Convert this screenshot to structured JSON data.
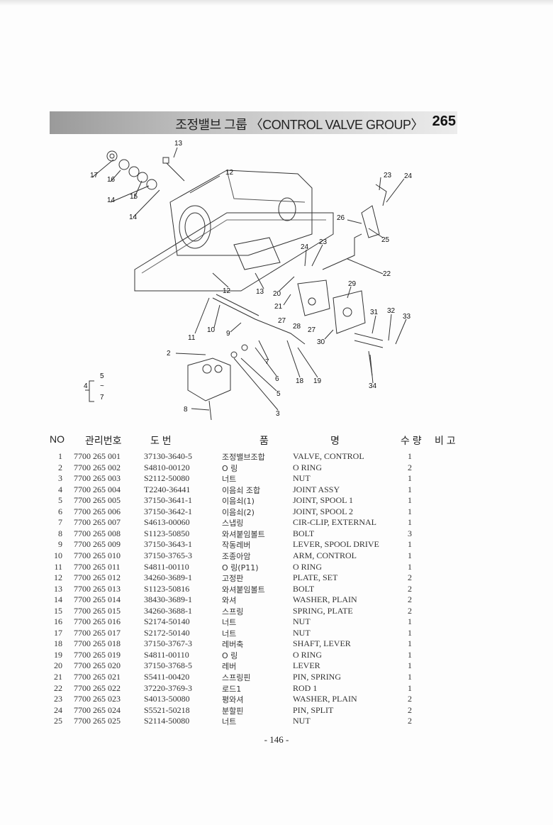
{
  "header": {
    "title": "조정밸브 그룹 〈CONTROL VALVE GROUP〉",
    "group_code": "265"
  },
  "diagram": {
    "callouts": [
      "13",
      "12",
      "17",
      "16",
      "15",
      "14",
      "14",
      "23",
      "24",
      "26",
      "25",
      "24",
      "23",
      "22",
      "12",
      "13",
      "20",
      "29",
      "21",
      "31",
      "32",
      "33",
      "27",
      "28",
      "27",
      "10",
      "11",
      "9",
      "30",
      "2",
      "7",
      "6",
      "18",
      "19",
      "34",
      "5",
      "3",
      "8",
      "4",
      "5",
      "~",
      "7"
    ]
  },
  "table": {
    "headers": {
      "no": "NO",
      "mgmt": "관리번호",
      "dwg": "도  번",
      "name_kr": "품",
      "name_en": "명",
      "qty": "수 량",
      "note": "비 고"
    },
    "rows": [
      {
        "no": "1",
        "mgmt": "7700 265 001",
        "dwg": "37130-3640-5",
        "kr": "조정밸브조합",
        "en": "VALVE, CONTROL",
        "qty": "1"
      },
      {
        "no": "2",
        "mgmt": "7700 265 002",
        "dwg": "S4810-00120",
        "kr": "O 링",
        "en": "O RING",
        "qty": "2"
      },
      {
        "no": "3",
        "mgmt": "7700 265 003",
        "dwg": "S2112-50080",
        "kr": "너트",
        "en": "NUT",
        "qty": "1"
      },
      {
        "no": "4",
        "mgmt": "7700 265 004",
        "dwg": "T2240-36441",
        "kr": "이음쇠 조합",
        "en": "JOINT ASSY",
        "qty": "1"
      },
      {
        "no": "5",
        "mgmt": "7700 265 005",
        "dwg": "37150-3641-1",
        "kr": "이음쇠(1)",
        "en": "JOINT, SPOOL 1",
        "qty": "1"
      },
      {
        "no": "6",
        "mgmt": "7700 265 006",
        "dwg": "37150-3642-1",
        "kr": "이음쇠(2)",
        "en": "JOINT, SPOOL 2",
        "qty": "1"
      },
      {
        "no": "7",
        "mgmt": "7700 265 007",
        "dwg": "S4613-00060",
        "kr": "스냅링",
        "en": "CIR-CLIP, EXTERNAL",
        "qty": "1"
      },
      {
        "no": "8",
        "mgmt": "7700 265 008",
        "dwg": "S1123-50850",
        "kr": "와셔붙임볼트",
        "en": "BOLT",
        "qty": "3"
      },
      {
        "no": "9",
        "mgmt": "7700 265 009",
        "dwg": "37150-3643-1",
        "kr": "작동레버",
        "en": "LEVER, SPOOL DRIVE",
        "qty": "1"
      },
      {
        "no": "10",
        "mgmt": "7700 265 010",
        "dwg": "37150-3765-3",
        "kr": "조종아암",
        "en": "ARM, CONTROL",
        "qty": "1"
      },
      {
        "no": "11",
        "mgmt": "7700 265 011",
        "dwg": "S4811-00110",
        "kr": "O 링(P11)",
        "en": "O RING",
        "qty": "1"
      },
      {
        "no": "12",
        "mgmt": "7700 265 012",
        "dwg": "34260-3689-1",
        "kr": "고정판",
        "en": "PLATE, SET",
        "qty": "2"
      },
      {
        "no": "13",
        "mgmt": "7700 265 013",
        "dwg": "S1123-50816",
        "kr": "와셔붙임볼트",
        "en": "BOLT",
        "qty": "2"
      },
      {
        "no": "14",
        "mgmt": "7700 265 014",
        "dwg": "38430-3689-1",
        "kr": "와셔",
        "en": "WASHER, PLAIN",
        "qty": "2"
      },
      {
        "no": "15",
        "mgmt": "7700 265 015",
        "dwg": "34260-3688-1",
        "kr": "스프링",
        "en": "SPRING, PLATE",
        "qty": "2"
      },
      {
        "no": "16",
        "mgmt": "7700 265 016",
        "dwg": "S2174-50140",
        "kr": "너트",
        "en": "NUT",
        "qty": "1"
      },
      {
        "no": "17",
        "mgmt": "7700 265 017",
        "dwg": "S2172-50140",
        "kr": "너트",
        "en": "NUT",
        "qty": "1"
      },
      {
        "no": "18",
        "mgmt": "7700 265 018",
        "dwg": "37150-3767-3",
        "kr": "레버축",
        "en": "SHAFT, LEVER",
        "qty": "1"
      },
      {
        "no": "19",
        "mgmt": "7700 265 019",
        "dwg": "S4811-00110",
        "kr": "O 링",
        "en": "O RING",
        "qty": "1"
      },
      {
        "no": "20",
        "mgmt": "7700 265 020",
        "dwg": "37150-3768-5",
        "kr": "레버",
        "en": "LEVER",
        "qty": "1"
      },
      {
        "no": "21",
        "mgmt": "7700 265 021",
        "dwg": "S5411-00420",
        "kr": "스프링핀",
        "en": "PIN, SPRING",
        "qty": "1"
      },
      {
        "no": "22",
        "mgmt": "7700 265 022",
        "dwg": "37220-3769-3",
        "kr": "로드1",
        "en": "ROD 1",
        "qty": "1"
      },
      {
        "no": "23",
        "mgmt": "7700 265 023",
        "dwg": "S4013-50080",
        "kr": "평와셔",
        "en": "WASHER, PLAIN",
        "qty": "2"
      },
      {
        "no": "24",
        "mgmt": "7700 265 024",
        "dwg": "S5521-50218",
        "kr": "분할핀",
        "en": "PIN, SPLIT",
        "qty": "2"
      },
      {
        "no": "25",
        "mgmt": "7700 265 025",
        "dwg": "S2114-50080",
        "kr": "너트",
        "en": "NUT",
        "qty": "2"
      }
    ]
  },
  "footer": {
    "page_number": "- 146 -"
  }
}
